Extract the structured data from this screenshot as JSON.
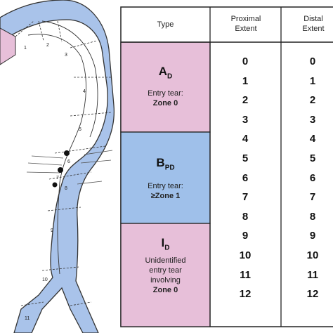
{
  "header": {
    "type_label": "Type",
    "proximal_line1": "Proximal",
    "proximal_line2": "Extent",
    "distal_line1": "Distal",
    "distal_line2": "Extent"
  },
  "types": [
    {
      "letter": "A",
      "sub": "D",
      "entry_line1": "Entry tear:",
      "entry_line2": "Zone 0",
      "entry_line3": "",
      "entry_line4": "",
      "color": "#e7bfd9"
    },
    {
      "letter": "B",
      "sub": "PD",
      "entry_line1": "Entry tear:",
      "entry_line2": "≥Zone 1",
      "entry_line3": "",
      "entry_line4": "",
      "color": "#9fc0ea"
    },
    {
      "letter": "I",
      "sub": "D",
      "entry_line1": "Unidentified",
      "entry_line2": "entry tear",
      "entry_line3": "involving",
      "entry_line4": "Zone 0",
      "color": "#e7bfd9"
    }
  ],
  "proximal_extent": [
    "0",
    "1",
    "2",
    "3",
    "4",
    "5",
    "6",
    "7",
    "8",
    "9",
    "10",
    "11",
    "12"
  ],
  "distal_extent": [
    "0",
    "1",
    "2",
    "3",
    "4",
    "5",
    "6",
    "7",
    "8",
    "9",
    "10",
    "11",
    "12"
  ],
  "zone_labels": [
    "1",
    "2",
    "3",
    "4",
    "5",
    "6",
    "7",
    "8",
    "9",
    "10",
    "11"
  ],
  "colors": {
    "vessel": "#a9c3ea",
    "arch_pink": "#e7bfd9",
    "outline": "#333333"
  }
}
